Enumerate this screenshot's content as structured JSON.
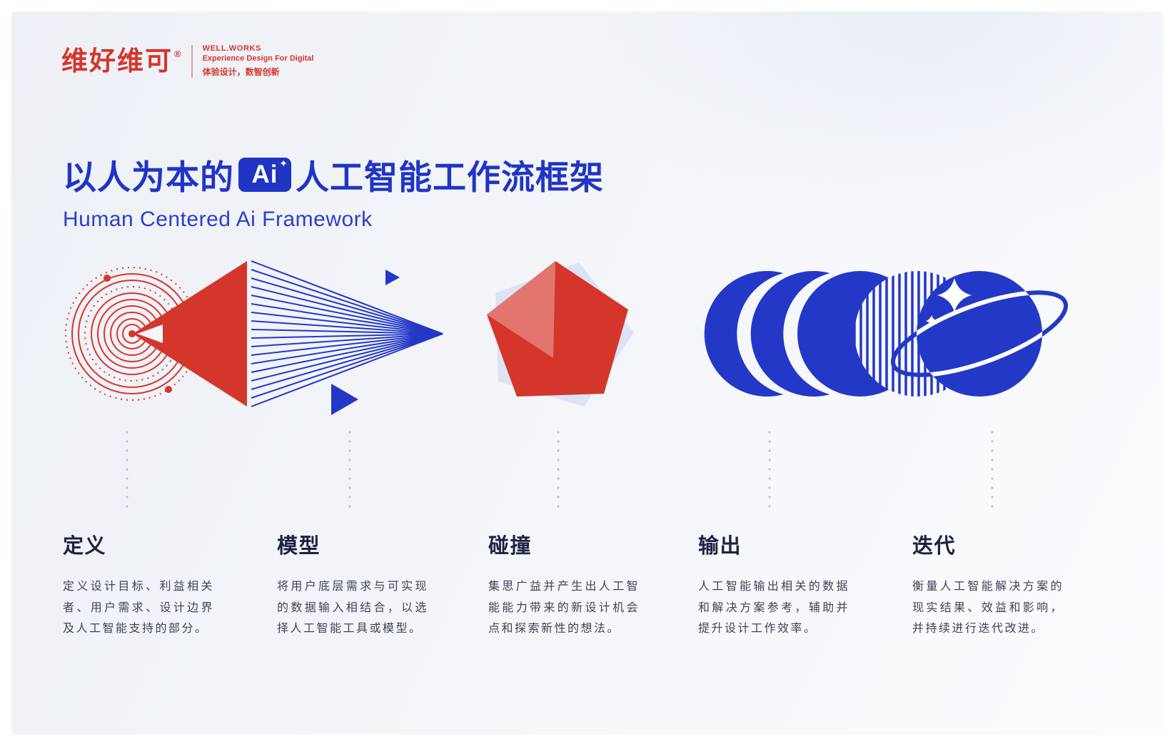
{
  "colors": {
    "red": "#D5362C",
    "blue": "#2438C8",
    "heading": "#1D2342",
    "body_text": "#3E4458"
  },
  "logo": {
    "wordmark": "维好维可",
    "registered": "®",
    "line1": "WELL.WORKS",
    "line2": "Experience Design For Digital",
    "line3": "体验设计，数智创新"
  },
  "title": {
    "prefix": "以人为本的",
    "badge": "Ai",
    "badge_sparkle": "✦",
    "suffix": "人工智能工作流框架",
    "subtitle": "Human Centered Ai Framework"
  },
  "steps": [
    {
      "title": "定义",
      "description": "定义设计目标、利益相关者、用户需求、设计边界及人工智能支持的部分。"
    },
    {
      "title": "模型",
      "description": "将用户底层需求与可实现的数据输入相结合，以选择人工智能工具或模型。"
    },
    {
      "title": "碰撞",
      "description": "集思广益并产生出人工智能能力带来的新设计机会点和探索新性的想法。"
    },
    {
      "title": "输出",
      "description": "人工智能输出相关的数据和解决方案参考，辅助并提升设计工作效率。"
    },
    {
      "title": "迭代",
      "description": "衡量人工智能解决方案的现实结果、效益和影响，并持续进行迭代改进。"
    }
  ],
  "icons": [
    {
      "name": "define-target-rings-graphic"
    },
    {
      "name": "model-converging-lines-graphic"
    },
    {
      "name": "collide-pentagon-graphic"
    },
    {
      "name": "output-crescent-circles-graphic"
    },
    {
      "name": "iterate-striped-circle-planet-graphic"
    }
  ]
}
